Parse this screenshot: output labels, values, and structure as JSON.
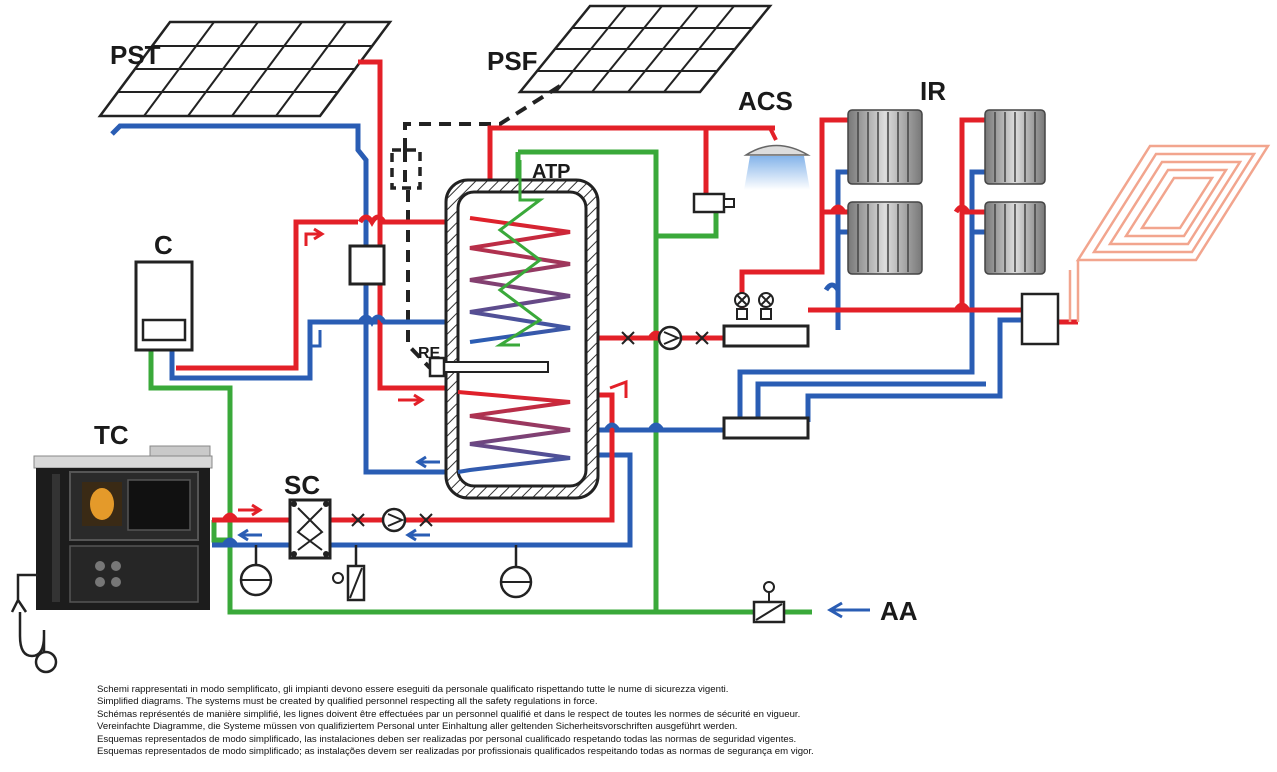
{
  "labels": {
    "pst": "PST",
    "psf": "PSF",
    "acs": "ACS",
    "ir": "IR",
    "atp": "ATP",
    "c": "C",
    "re": "RE",
    "tc": "TC",
    "sc": "SC",
    "aa": "AA"
  },
  "colors": {
    "hot": "#e32028",
    "cold": "#2a5db4",
    "water": "#3aa93a",
    "dark": "#222222",
    "floor": "#f2a58e"
  },
  "notes": [
    "Schemi rappresentati in modo semplificato, gli impianti devono essere eseguiti da personale qualificato rispettando tutte le nume di sicurezza vigenti.",
    "Simplified diagrams.  The systems must be created by qualified personnel respecting all the safety regulations in force.",
    "Schémas représentés de manière simplifié, les lignes doivent être effectuées par un personnel qualifié et dans le respect de toutes les normes de sécurité en vigueur.",
    "Vereinfachte Diagramme, die Systeme müssen von qualifiziertem Personal unter Einhaltung aller geltenden Sicherheitsvorschriften ausgeführt werden.",
    "Esquemas representados de modo simplificado, las instalaciones deben ser realizadas por personal cualificado respetando todas las normas de seguridad vigentes.",
    "Esquemas representados de modo simplificado; as instalações devem ser realizadas por profissionais qualificados respeitando todas as normas de segurança em vigor."
  ]
}
